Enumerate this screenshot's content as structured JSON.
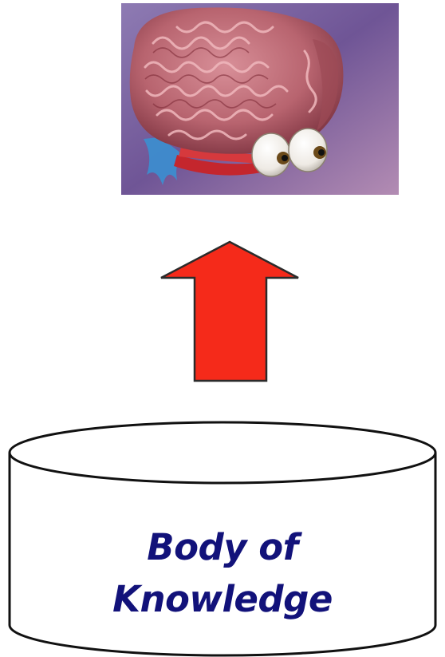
{
  "diagram": {
    "colors": {
      "arrow_fill": "#f52a1a",
      "arrow_stroke": "#2b2b2b",
      "cylinder_stroke": "#111111",
      "label_color": "#12127a",
      "brain_background": "#7a5fa0"
    },
    "top_image": {
      "icon": "brain-with-eyes-icon"
    },
    "arrow": {
      "direction": "up",
      "icon": "up-arrow-icon"
    },
    "cylinder": {
      "icon": "database-cylinder-icon",
      "label_line1": "Body of",
      "label_line2": "Knowledge"
    }
  }
}
